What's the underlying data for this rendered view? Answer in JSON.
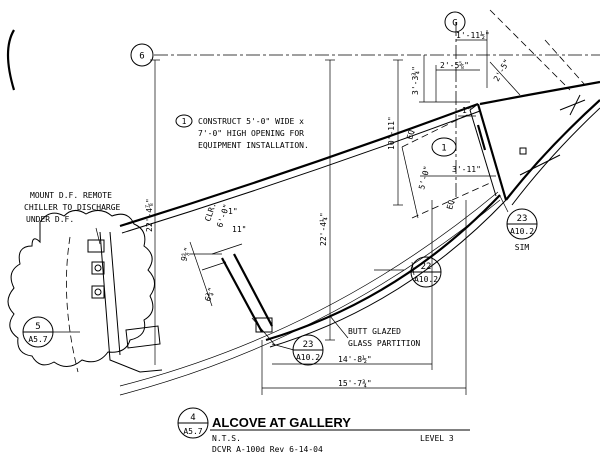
{
  "grid": {
    "col_6": "6",
    "col_g": "G"
  },
  "notes": {
    "keynote_number": "1",
    "keynote_line1": "CONSTRUCT 5'-0\" WIDE x",
    "keynote_line2": "7'-0\" HIGH OPENING FOR",
    "keynote_line3": "EQUIPMENT INSTALLATION.",
    "mount_line1": "MOUNT D.F. REMOTE",
    "mount_line2": "CHILLER TO DISCHARGE",
    "mount_line3": "UNDER D.F.",
    "glass_line1": "BUTT GLAZED",
    "glass_line2": "GLASS PARTITION"
  },
  "dimensions": {
    "d_1_11_half": "1'-11½\"",
    "d_2_5_eighth": "2'-5⅝\"",
    "d_3_3_quarter": "3'-3¾\"",
    "d_2_5": "2'-5\"",
    "d_10_11": "10'-11\"",
    "d_1_top": "1\"",
    "d_eq_1": "EQ",
    "d_5_0": "5'-0\"",
    "d_eq_2": "EQ",
    "d_3_11": "3'-11\"",
    "d_22_4_7_8": "22'-4⅞\"",
    "d_22_4_1_4": "22'-4¼\"",
    "d_clr": "CLR.",
    "d_6_0": "6'-0\"",
    "d_1_side": "1\"",
    "d_11": "11\"",
    "d_9_5_8": "9⅝\"",
    "d_6_3_4": "6¾\"",
    "d_14_8_half": "14'-8½\"",
    "d_15_7_3_4": "15'-7¾\""
  },
  "callouts": {
    "keynote_tag": "1",
    "c22_number": "22",
    "c22_sheet": "A10.2",
    "c23a_number": "23",
    "c23a_sheet": "A10.2",
    "c23b_number": "23",
    "c23b_sheet": "A10.2",
    "c23b_note": "SIM",
    "c5_number": "5",
    "c5_sheet": "A5.7"
  },
  "title_block": {
    "number": "4",
    "sheet": "A5.7",
    "title": "ALCOVE AT GALLERY",
    "scale": "N.T.S.",
    "revision": "DCVR A-100d Rev 6-14-04",
    "level": "LEVEL 3"
  }
}
